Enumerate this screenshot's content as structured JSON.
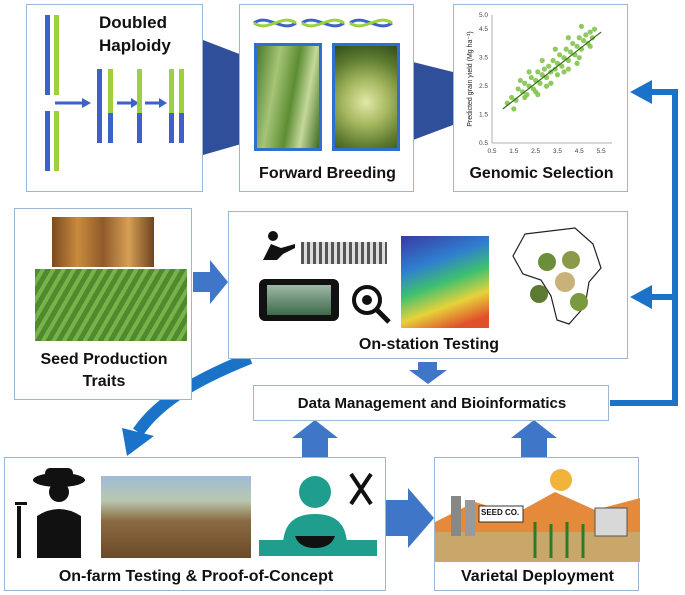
{
  "boxes": {
    "doubled_haploidy": {
      "line1": "Doubled",
      "line2": "Haploidy"
    },
    "forward_breeding": {
      "label": "Forward Breeding"
    },
    "genomic_selection": {
      "label": "Genomic Selection"
    },
    "seed_production": {
      "line1": "Seed Production",
      "line2": "Traits"
    },
    "on_station": {
      "label": "On-station Testing"
    },
    "data_management": {
      "label": "Data Management and Bioinformatics"
    },
    "on_farm": {
      "label": "On-farm Testing & Proof-of-Concept"
    },
    "varietal": {
      "label": "Varietal Deployment"
    }
  },
  "seed_co_sign": "SEED CO.",
  "chart_data": {
    "type": "scatter",
    "ylabel": "Predicted grain yield (Mg ha⁻¹)",
    "xlim": [
      0.5,
      6.0
    ],
    "ylim": [
      0.5,
      5.0
    ],
    "xticks": [
      "0.5",
      "1.5",
      "2.5",
      "3.5",
      "4.5",
      "5.5"
    ],
    "yticks": [
      "5.0",
      "4.5",
      "3.5",
      "2.5",
      "1.5",
      "0.5"
    ],
    "trend": {
      "x": [
        1.0,
        5.5
      ],
      "y": [
        1.7,
        4.4
      ]
    },
    "points": [
      [
        1.2,
        1.9
      ],
      [
        1.4,
        2.1
      ],
      [
        1.6,
        2.0
      ],
      [
        1.7,
        2.4
      ],
      [
        1.9,
        2.3
      ],
      [
        2.0,
        2.6
      ],
      [
        2.1,
        2.2
      ],
      [
        2.2,
        2.5
      ],
      [
        2.3,
        2.8
      ],
      [
        2.4,
        2.4
      ],
      [
        2.5,
        2.7
      ],
      [
        2.6,
        3.0
      ],
      [
        2.7,
        2.6
      ],
      [
        2.8,
        2.9
      ],
      [
        2.9,
        3.1
      ],
      [
        3.0,
        2.8
      ],
      [
        3.1,
        3.2
      ],
      [
        3.2,
        3.0
      ],
      [
        3.3,
        3.4
      ],
      [
        3.4,
        3.1
      ],
      [
        3.5,
        3.3
      ],
      [
        3.6,
        3.6
      ],
      [
        3.7,
        3.2
      ],
      [
        3.8,
        3.5
      ],
      [
        3.9,
        3.8
      ],
      [
        4.0,
        3.4
      ],
      [
        4.1,
        3.7
      ],
      [
        4.2,
        4.0
      ],
      [
        4.3,
        3.6
      ],
      [
        4.4,
        3.9
      ],
      [
        4.5,
        4.2
      ],
      [
        4.6,
        3.8
      ],
      [
        4.7,
        4.1
      ],
      [
        4.8,
        4.3
      ],
      [
        4.9,
        4.0
      ],
      [
        5.0,
        4.4
      ],
      [
        5.1,
        4.2
      ],
      [
        5.2,
        4.5
      ],
      [
        1.5,
        1.7
      ],
      [
        2.0,
        2.1
      ],
      [
        2.5,
        2.3
      ],
      [
        3.0,
        2.5
      ],
      [
        3.5,
        2.9
      ],
      [
        4.0,
        3.1
      ],
      [
        4.5,
        3.5
      ],
      [
        2.2,
        3.0
      ],
      [
        2.8,
        3.4
      ],
      [
        3.4,
        3.8
      ],
      [
        4.0,
        4.2
      ],
      [
        4.6,
        4.6
      ],
      [
        1.8,
        2.7
      ],
      [
        3.2,
        2.6
      ],
      [
        3.8,
        3.0
      ],
      [
        4.4,
        3.3
      ],
      [
        2.6,
        2.2
      ],
      [
        5.0,
        3.9
      ]
    ]
  }
}
